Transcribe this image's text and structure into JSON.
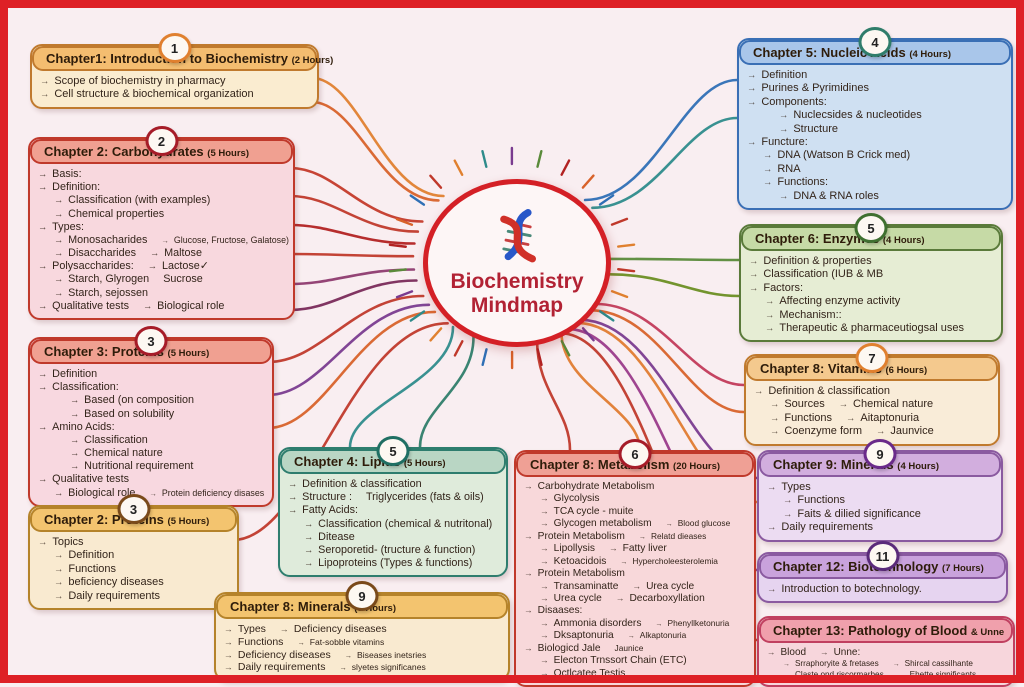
{
  "palette": {
    "frame_red": "#de2026",
    "center_ring": "#d42026",
    "center_text": "#b22234",
    "dna_red": "#d03028",
    "dna_blue": "#2857c8"
  },
  "center": {
    "icon": "dna-icon",
    "title_line1": "Biochemistry",
    "title_line2": "Mindmap"
  },
  "boxes": [
    {
      "id": "ch1",
      "badge": "1",
      "badge_ring": "#e0802f",
      "border": "#c07a2e",
      "header_bg": "#f4bd70",
      "body_bg": "#faecd0",
      "header": "Chapter1: Introduction to Biochemistry",
      "suffix": "(2 Hours)",
      "rows": [
        {
          "c1": "Scope of biochemistry in pharmacy"
        },
        {
          "c1": "Cell structure & biochemical organization"
        }
      ]
    },
    {
      "id": "ch2",
      "badge": "2",
      "badge_ring": "#a61c28",
      "border": "#c0392b",
      "header_bg": "#f0a091",
      "body_bg": "#f8d8de",
      "header": "Chapter 2: Carbohydrates",
      "suffix": "(5 Hours)",
      "rows": [
        {
          "c1": "Basis:"
        },
        {
          "c1": "Definition:"
        },
        {
          "c1": "Classification (with examples)",
          "i": 1
        },
        {
          "c1": "Chemical properties",
          "i": 1
        },
        {
          "c1": "Types:"
        },
        {
          "c1": "Monosacharides",
          "i": 1,
          "c2": "Glucose, Fructose, Galatose)",
          "s2": true
        },
        {
          "c1": "Disaccharides",
          "i": 1,
          "c2": "Maltose"
        },
        {
          "c1": "Polysaccharides:",
          "c2": "Lactose✓"
        },
        {
          "c1": "Starch, Glyrogen",
          "i": 1,
          "c2": "Sucrose",
          "na2": true
        },
        {
          "c1": "Starch, sejossen",
          "i": 1
        },
        {
          "c1": "Qualitative tests",
          "c2": "Biological role"
        }
      ]
    },
    {
      "id": "ch3",
      "badge": "3",
      "badge_ring": "#a61c28",
      "border": "#c0392b",
      "header_bg": "#f0a091",
      "body_bg": "#f8d8e0",
      "header": "Chapter 3: Proteins",
      "suffix": "(5 Hours)",
      "rows": [
        {
          "c1": "Definition"
        },
        {
          "c1": "Classification:"
        },
        {
          "c1": "Based (on composition",
          "i": 2
        },
        {
          "c1": "Based on solubility",
          "i": 2
        },
        {
          "c1": "Amino Acids:"
        },
        {
          "c1": "Classification",
          "i": 2
        },
        {
          "c1": "Chemical nature",
          "i": 2
        },
        {
          "c1": "Nutritional requirement",
          "i": 2
        },
        {
          "c1": "Qualitative tests"
        },
        {
          "c1": "Biological role",
          "i": 1,
          "c2": "Protein deficiency disases",
          "s2": true
        }
      ]
    },
    {
      "id": "ch2p",
      "badge": "3",
      "badge_ring": "#7a4a1a",
      "border": "#b5832a",
      "header_bg": "#f3c46f",
      "body_bg": "#f9ead0",
      "header": "Chapter 2: Proteins",
      "suffix": "(5 Hours)",
      "rows": [
        {
          "c1": "Topics"
        },
        {
          "c1": "Definition",
          "i": 1
        },
        {
          "c1": "Functions",
          "i": 1
        },
        {
          "c1": "beficiency diseases",
          "i": 1
        },
        {
          "c1": "Daily requirements",
          "i": 1
        }
      ]
    },
    {
      "id": "ch4",
      "badge": "5",
      "badge_ring": "#1f6f63",
      "border": "#2e7d6e",
      "header_bg": "#b9d6c4",
      "body_bg": "#dfebdb",
      "header": "Chapter 4: Lipids",
      "suffix": "(5 Hours)",
      "rows": [
        {
          "c1": "Definition & classification"
        },
        {
          "c1": "Structure :",
          "c2": "Triglycerides (fats & oils)",
          "na2": true
        },
        {
          "c1": "Fatty Acids:"
        },
        {
          "c1": "Classification (chemical & nutritonal)",
          "i": 1
        },
        {
          "c1": "Ditease",
          "i": 1
        },
        {
          "c1": "Seroporetid- (tructure & function)",
          "i": 1
        },
        {
          "c1": "Lipoproteins (Types & functions)",
          "i": 1
        }
      ]
    },
    {
      "id": "ch8m",
      "badge": "9",
      "badge_ring": "#7a4a1a",
      "border": "#b5832a",
      "header_bg": "#f3c46f",
      "body_bg": "#f9ead0",
      "header": "Chapter 8: Minerals",
      "suffix": "(9 Hours)",
      "rows": [
        {
          "c1": "Types",
          "c2": "Deficiency diseases"
        },
        {
          "c1": "Functions",
          "c2": "Fat-sobble vitamins",
          "s2": true
        },
        {
          "c1": "Deficiency diseases",
          "c2": "Biseases inetsries",
          "s2": true
        },
        {
          "c1": "Daily requirements",
          "c2": "slyetes significanes",
          "s2": true
        }
      ]
    },
    {
      "id": "ch8met",
      "badge": "6",
      "badge_ring": "#a61c28",
      "border": "#c0392b",
      "header_bg": "#efa095",
      "body_bg": "#f8d8da",
      "header": "Chapter 8: Metabolism",
      "suffix": "(20 Hours)",
      "rows": [
        {
          "c1": "Carbohydrate Metabolism"
        },
        {
          "c1": "Glycolysis",
          "i": 1
        },
        {
          "c1": "TCA cycle - muite",
          "i": 1
        },
        {
          "c1": "Glycogen metabolism",
          "i": 1,
          "c2": "Blood glucose",
          "s2": true
        },
        {
          "c1": "Protein Metabolism",
          "c2": "Relatd dieases",
          "s2": true
        },
        {
          "c1": "Lipollysis",
          "i": 1,
          "c2": "Fatty liver"
        },
        {
          "c1": "Ketoacidois",
          "i": 1,
          "c2": "Hypercholeesterolemia",
          "s2": true
        },
        {
          "c1": "Protein Metabolism"
        },
        {
          "c1": "Transaminatte",
          "i": 1,
          "c2": "Urea cycle"
        },
        {
          "c1": "Urea cycle",
          "i": 1,
          "c2": "Decarboxyllation"
        },
        {
          "c1": "Disaases:"
        },
        {
          "c1": "Ammonia disorders",
          "i": 1,
          "c2": "Phenyllketonuria",
          "s2": true
        },
        {
          "c1": "Dksaptonuria",
          "i": 1,
          "c2": "Alkaptonuria",
          "s2": true
        },
        {
          "c1": "Biologicd Jale",
          "c2": "Jaunice",
          "na2": true,
          "s2": true
        },
        {
          "c1": "Electon Trnssort Chain (ETC)",
          "i": 1
        },
        {
          "c1": "Octlcatee Testis",
          "i": 1
        }
      ]
    },
    {
      "id": "ch5",
      "badge": "4",
      "badge_ring": "#2f7d6a",
      "border": "#3a6fb5",
      "header_bg": "#a9c6ea",
      "body_bg": "#cfe0f2",
      "header": "Chapter 5: Nucleic Acids",
      "suffix": "(4 Hours)",
      "rows": [
        {
          "c1": "Definition"
        },
        {
          "c1": "Purines & Pyrimidines"
        },
        {
          "c1": "Components:"
        },
        {
          "c1": "Nuclecsides & nucleotides",
          "i": 2
        },
        {
          "c1": "Structure",
          "i": 2
        },
        {
          "c1": "Functure:"
        },
        {
          "c1": "DNA (Watson B Crick med)",
          "i": 1
        },
        {
          "c1": "RNA",
          "i": 1
        },
        {
          "c1": "Functions:",
          "i": 1
        },
        {
          "c1": "DNA & RNA roles",
          "i": 2
        }
      ]
    },
    {
      "id": "ch6",
      "badge": "5",
      "badge_ring": "#3f7030",
      "border": "#5a7a3a",
      "header_bg": "#c6daa6",
      "body_bg": "#e6edd4",
      "header": "Chapter 6: Enzymes",
      "suffix": "(4 Hours)",
      "rows": [
        {
          "c1": "Definition & properties"
        },
        {
          "c1": "Classification (IUB & MB"
        },
        {
          "c1": "Factors:"
        },
        {
          "c1": "Affecting enzyme activity",
          "i": 1
        },
        {
          "c1": "Mechanism::",
          "i": 1
        },
        {
          "c1": "Therapeutic & pharmaceutiogsal uses",
          "i": 1
        }
      ]
    },
    {
      "id": "ch8v",
      "badge": "7",
      "badge_ring": "#e0802f",
      "border": "#c07a2e",
      "header_bg": "#f4c98e",
      "body_bg": "#f9ecd8",
      "header": "Chapter 8: Vitamins",
      "suffix": "(6 Hours)",
      "rows": [
        {
          "c1": "Definition & classification"
        },
        {
          "c1": "Sources",
          "i": 1,
          "c2": "Chemical nature"
        },
        {
          "c1": "Functions",
          "i": 1,
          "c2": "Aitaptonuria"
        },
        {
          "c1": "Coenzyme form",
          "i": 1,
          "c2": "Jaunvice"
        }
      ]
    },
    {
      "id": "ch9",
      "badge": "9",
      "badge_ring": "#6a2a8a",
      "border": "#8a5aa0",
      "header_bg": "#d2aede",
      "body_bg": "#ecdcf2",
      "header": "Chapter 9: Minerals",
      "suffix": "(4 Hours)",
      "rows": [
        {
          "c1": "Types"
        },
        {
          "c1": "Functions",
          "i": 1
        },
        {
          "c1": "Faits & dilied significance",
          "i": 1
        },
        {
          "c1": "Daily requirements"
        }
      ]
    },
    {
      "id": "ch12",
      "badge": "11",
      "badge_ring": "#5a2a7a",
      "border": "#8a5aa0",
      "header_bg": "#c9a2dc",
      "body_bg": "#e6d4f0",
      "header": "Chapter 12: Biotechnology",
      "suffix": "(7 Hours)",
      "rows": [
        {
          "c1": "Introduction to botechnology."
        }
      ]
    },
    {
      "id": "ch13",
      "badge": "",
      "badge_ring": "",
      "border": "#c04060",
      "header_bg": "#f0a0ac",
      "body_bg": "#f7d6dc",
      "header": "Chapter 13: Pathology of Blood",
      "suffix": "& Unne",
      "rows": [
        {
          "c1": "Blood",
          "c2": "Unne:"
        },
        {
          "c1": "Srraphoryite & fretases",
          "i": 1,
          "c2": "Shircal cassilhante",
          "sm": true
        },
        {
          "c1": "Claste ond riscormarbes",
          "i": 1,
          "c2": "Ehette significants",
          "sm": true
        }
      ]
    }
  ]
}
